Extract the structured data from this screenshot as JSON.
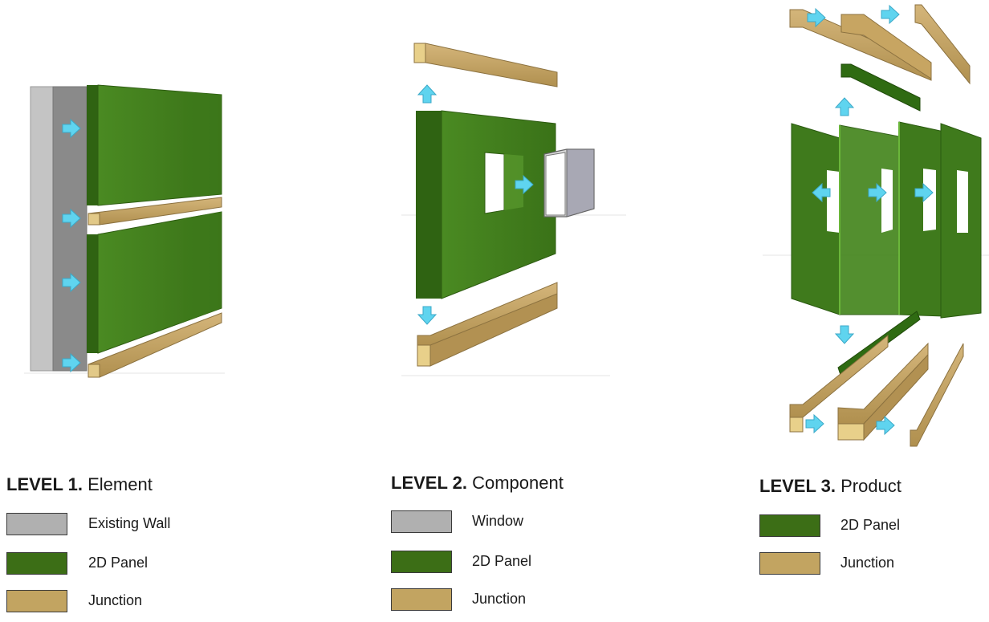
{
  "colors": {
    "wall": "#b8b8b8",
    "panel": "#3f7a1c",
    "junction": "#c9a868",
    "arrow": "#5fd4ef"
  },
  "levels": [
    {
      "key": "level1",
      "prefix": "LEVEL 1.",
      "name": "Element",
      "legend": [
        {
          "label": "Existing Wall",
          "color": "#b0b0b0"
        },
        {
          "label": "2D Panel",
          "color": "#3c6e16"
        },
        {
          "label": "Junction",
          "color": "#c2a461"
        }
      ]
    },
    {
      "key": "level2",
      "prefix": "LEVEL 2.",
      "name": "Component",
      "legend": [
        {
          "label": "Window",
          "color": "#b0b0b0"
        },
        {
          "label": "2D Panel",
          "color": "#3c6e16"
        },
        {
          "label": "Junction",
          "color": "#c2a461"
        }
      ]
    },
    {
      "key": "level3",
      "prefix": "LEVEL 3.",
      "name": "Product",
      "legend": [
        {
          "label": "2D Panel",
          "color": "#3c6e16"
        },
        {
          "label": "Junction",
          "color": "#c2a461"
        }
      ]
    }
  ]
}
